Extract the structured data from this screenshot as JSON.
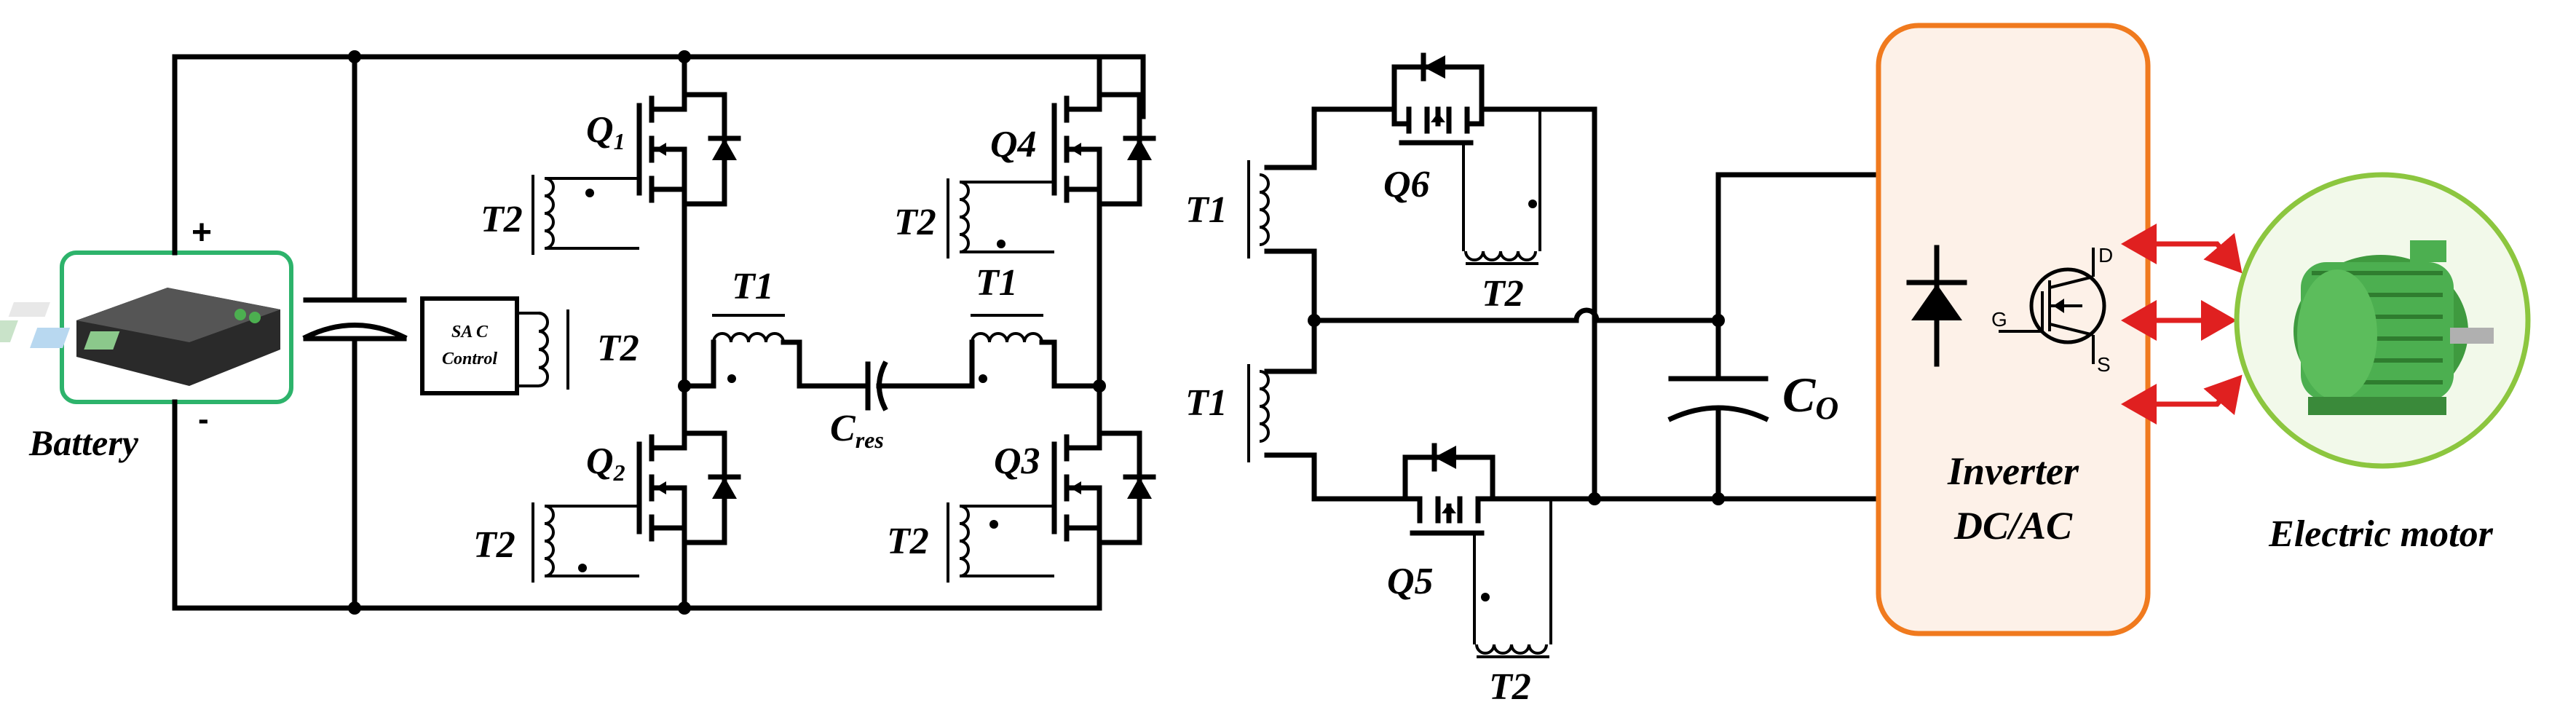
{
  "labels": {
    "battery": "Battery",
    "plus": "+",
    "minus": "-",
    "sac_control_line1": "SA C",
    "sac_control_line2": "Control",
    "q1": "Q",
    "q1_sub": "1",
    "q2": "Q",
    "q2_sub": "2",
    "q3": "Q3",
    "q4": "Q4",
    "q5": "Q5",
    "q6": "Q6",
    "t1": "T1",
    "t2": "T2",
    "cres_main": "C",
    "cres_sub": "res",
    "co_main": "C",
    "co_sub": "O",
    "inverter_line1": "Inverter",
    "inverter_line2": "DC/AC",
    "gate_g": "G",
    "drain_d": "D",
    "source_s": "S",
    "motor": "Electric motor"
  },
  "colors": {
    "wire": "#000000",
    "battery_border": "#2db36b",
    "inverter_border": "#f07a1e",
    "inverter_fill": "#fdf1e8",
    "motor_border": "#8cc63f",
    "motor_fill": "#f2f9ea",
    "arrow": "#e02020"
  }
}
